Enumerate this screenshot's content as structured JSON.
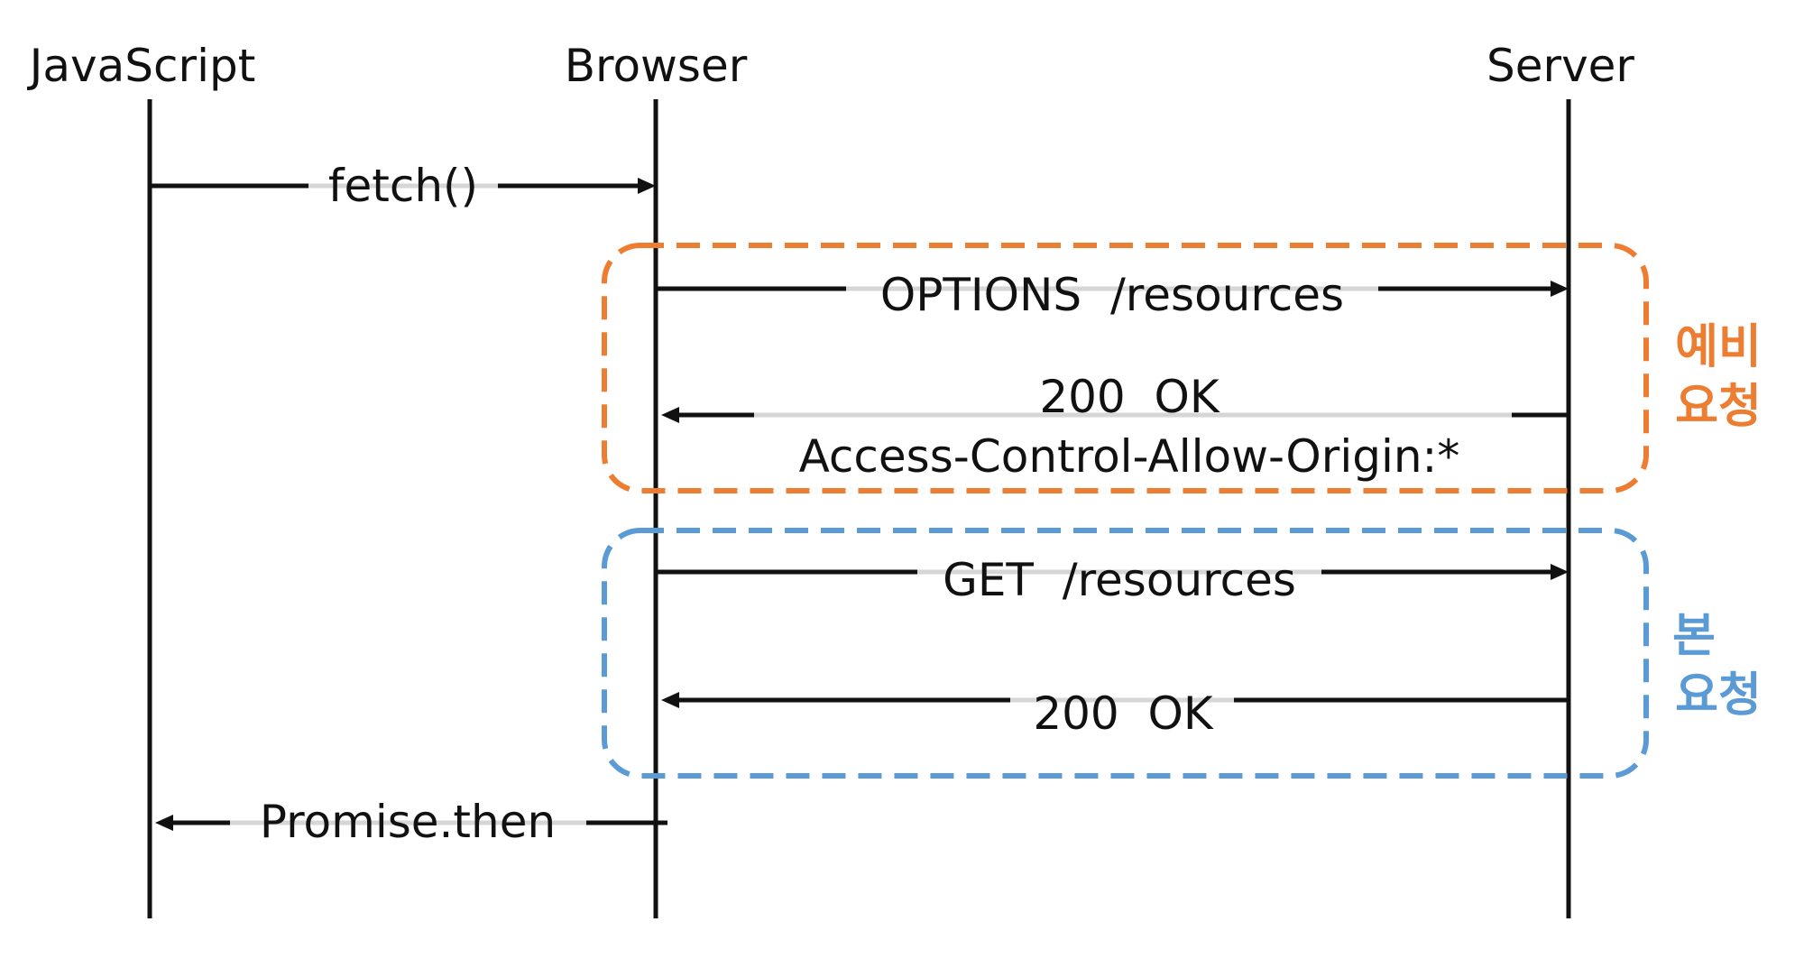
{
  "actors": [
    {
      "id": "js",
      "label": "JavaScript"
    },
    {
      "id": "browser",
      "label": "Browser"
    },
    {
      "id": "server",
      "label": "Server"
    }
  ],
  "messages": {
    "fetch": "fetch()",
    "options": "OPTIONS  /resources",
    "preflight_ok": "200  OK",
    "preflight_header": "Access-Control-Allow-Origin:*",
    "get": "GET  /resources",
    "get_ok": "200  OK",
    "promise": "Promise.then"
  },
  "groups": {
    "preflight": {
      "line1": "예비",
      "line2": "요청",
      "color": "#ed7d31"
    },
    "actual": {
      "line1": "본",
      "line2": "요청",
      "color": "#5b9bd5"
    }
  }
}
